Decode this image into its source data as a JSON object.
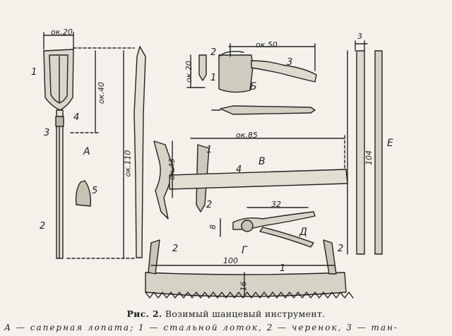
{
  "caption": {
    "prefix": "Рис. 2.",
    "title": "Возимый шанцевый инструмент."
  },
  "legend_line": "А — саперная лопата; 1 — стальной лоток, 2 — черенок, 3 — тан-",
  "item_labels": {
    "shovel": "А",
    "axe": "Б",
    "pick": "В",
    "pliers_g": "Г",
    "pliers_d": "Д",
    "crowbar": "Е"
  },
  "part_numbers": {
    "shovel_blade": "1",
    "shovel_handle": "2",
    "shovel_ring": "3",
    "shovel_neck": "4",
    "shovel_small": "5",
    "axe_head": "1",
    "axe_wedge": "2",
    "axe_handle": "3",
    "pick_head": "1",
    "pick_end": "2",
    "pick_handle": "4",
    "saw_blade": "1",
    "saw_handle_left": "2",
    "saw_handle_right": "2"
  },
  "dimensions": {
    "shovel_width": "ок.20",
    "shovel_blade_len": "ок.40",
    "shovel_total": "ок.110",
    "axe_width": "ок.50",
    "axe_height": "ок.20",
    "pick_width": "ок.85",
    "pick_height": "ок.43",
    "pliers_len": "32",
    "pliers_jaw": "8",
    "crowbar_thick": "3",
    "crowbar_len": "104",
    "saw_len": "100",
    "saw_height": "16"
  }
}
